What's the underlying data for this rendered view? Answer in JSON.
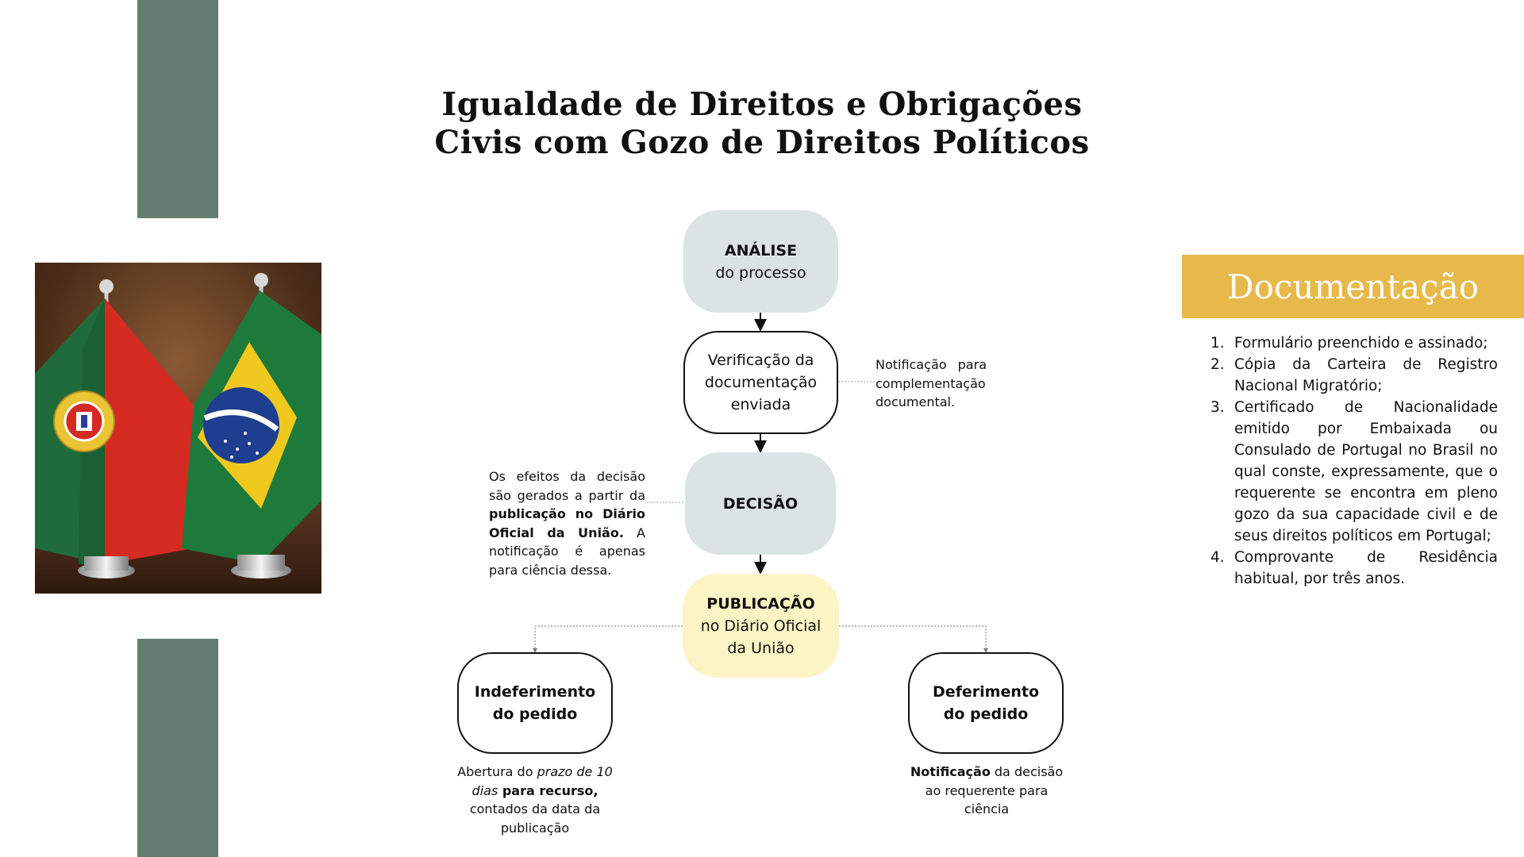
{
  "title": {
    "line1": "Igualdade de Direitos e Obrigações",
    "line2": "Civis com Gozo de Direitos Políticos"
  },
  "flowchart": {
    "analise": {
      "bold": "ANÁLISE",
      "text": "do processo"
    },
    "verificacao": {
      "lines": [
        "Verificação da",
        "documentação",
        "enviada"
      ]
    },
    "verificacao_note": "Notificação para complementação documental.",
    "decisao": {
      "bold": "DECISÃO"
    },
    "decisao_note": {
      "part1": "Os efeitos da decisão são gerados a partir da ",
      "bold": "publicação no Diário Oficial da União.",
      "part2": " A notificação é apenas para ciência dessa."
    },
    "publicacao": {
      "bold": "PUBLICAÇÃO",
      "line1": "no Diário Oficial",
      "line2": "da União"
    },
    "indeferimento": {
      "line1": "Indeferimento",
      "line2": "do pedido"
    },
    "indeferimento_note": {
      "part1": "Abertura do ",
      "italic": "prazo de 10 dias",
      "bold": " para recurso,",
      "part2": " contados da data da publicação"
    },
    "deferimento": {
      "line1": "Deferimento",
      "line2": "do pedido"
    },
    "deferimento_note": {
      "bold": "Notificação",
      "part1": " da decisão ao requerente para ciência"
    }
  },
  "documentacao": {
    "header": "Documentação",
    "items": [
      {
        "num": "1.",
        "text": "Formulário preenchido e assinado;"
      },
      {
        "num": "2.",
        "text": "Cópia da Carteira de Registro Nacional Migratório;"
      },
      {
        "num": "3.",
        "text": "Certificado de Nacionalidade emitido por Embaixada ou Consulado de Portugal no Brasil no qual conste, expressamente, que o requerente se encontra em pleno gozo da sua capacidade civil e de seus direitos políticos em Portugal;"
      },
      {
        "num": "4.",
        "text": "Comprovante de Residência habitual, por três anos."
      }
    ]
  },
  "colors": {
    "green_bar": "#647d70",
    "gold_header": "#e7b94b",
    "gray_node": "#dce3e3",
    "yellow_node": "#fdf4c5"
  },
  "icons": [
    "portugal-flag-icon",
    "brazil-flag-icon"
  ]
}
